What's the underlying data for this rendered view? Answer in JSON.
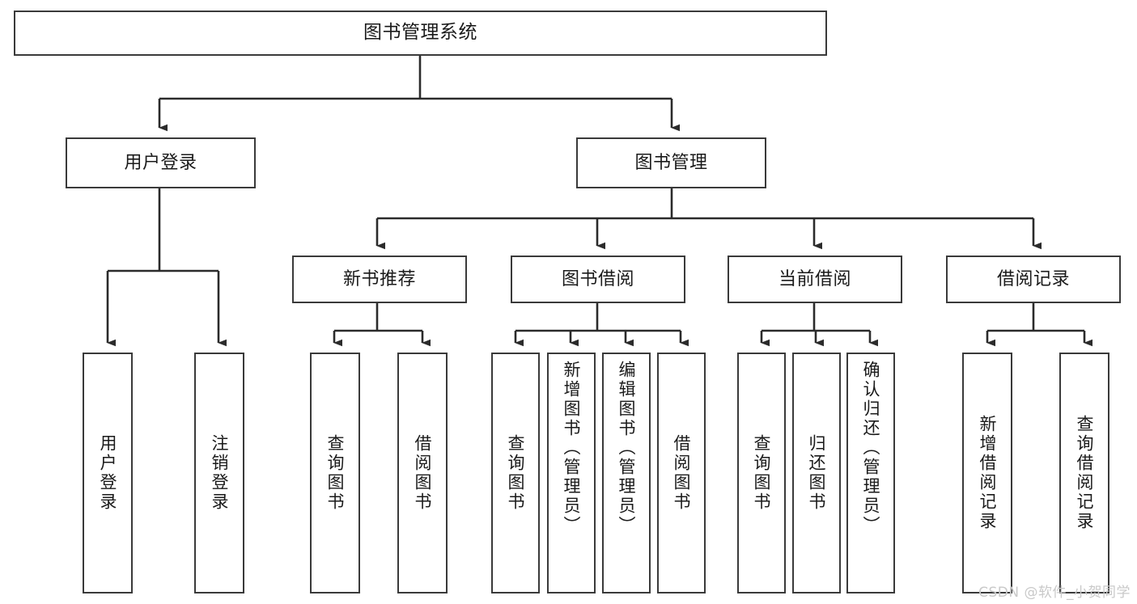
{
  "diagram": {
    "type": "tree",
    "title": "图书管理系统",
    "watermark": "CSDN @软件_小贺同学",
    "colors": {
      "box_border": "#3a3a3a",
      "box_fill": "#ffffff",
      "edge": "#2b2b2b",
      "text": "#1a1a1a",
      "watermark": "#c9c9c9"
    },
    "nodes": {
      "root": {
        "label": "图书管理系统"
      },
      "level2": [
        {
          "id": "user-login",
          "label": "用户登录"
        },
        {
          "id": "book-manage",
          "label": "图书管理"
        }
      ],
      "level3": [
        {
          "id": "new-book-recommend",
          "label": "新书推荐"
        },
        {
          "id": "book-borrow",
          "label": "图书借阅"
        },
        {
          "id": "current-borrow",
          "label": "当前借阅"
        },
        {
          "id": "borrow-record",
          "label": "借阅记录"
        }
      ],
      "leaves": {
        "user-login": [
          {
            "id": "leaf-user-login",
            "label": "用户登录"
          },
          {
            "id": "leaf-logout",
            "label": "注销登录"
          }
        ],
        "new-book-recommend": [
          {
            "id": "leaf-query-book-1",
            "label": "查询图书"
          },
          {
            "id": "leaf-borrow-book-1",
            "label": "借阅图书"
          }
        ],
        "book-borrow": [
          {
            "id": "leaf-query-book-2",
            "label": "查询图书"
          },
          {
            "id": "leaf-add-book",
            "label": "新增图书（管理员）"
          },
          {
            "id": "leaf-edit-book",
            "label": "编辑图书（管理员）"
          },
          {
            "id": "leaf-borrow-book-2",
            "label": "借阅图书"
          }
        ],
        "current-borrow": [
          {
            "id": "leaf-query-book-3",
            "label": "查询图书"
          },
          {
            "id": "leaf-return-book",
            "label": "归还图书"
          },
          {
            "id": "leaf-confirm-return",
            "label": "确认归还（管理员）"
          }
        ],
        "borrow-record": [
          {
            "id": "leaf-add-record",
            "label": "新增借阅记录"
          },
          {
            "id": "leaf-query-record",
            "label": "查询借阅记录"
          }
        ]
      }
    }
  }
}
